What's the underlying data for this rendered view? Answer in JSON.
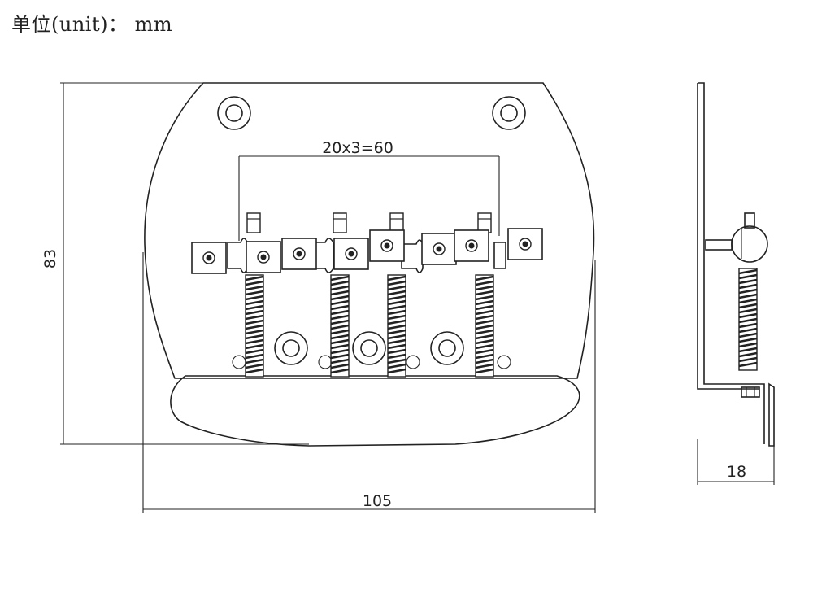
{
  "unit_label": "单位(unit)： mm",
  "dimensions": {
    "saddle_spacing": "20x3=60",
    "height": "83",
    "width": "105",
    "depth": "18"
  }
}
